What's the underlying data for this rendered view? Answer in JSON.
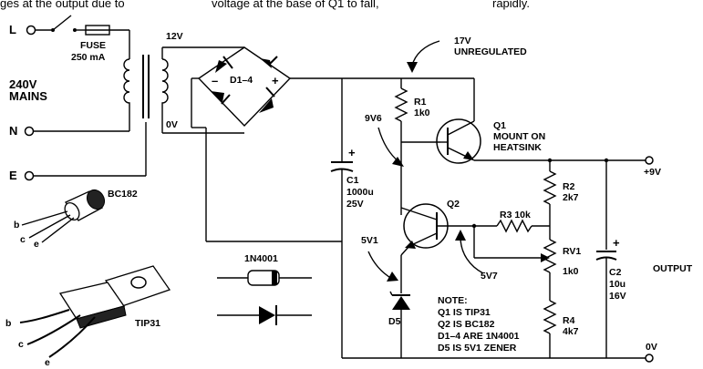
{
  "snippet": {
    "left": "ges at the output due to",
    "mid": "voltage at the base of Q1 to fall,",
    "right": "rapidly."
  },
  "terminals": {
    "live": "L",
    "neutral": "N",
    "earth": "E"
  },
  "fuse": {
    "line1": "FUSE",
    "line2": "250 mA"
  },
  "mains": {
    "line1": "240V",
    "line2": "MAINS"
  },
  "transformer": {
    "tap_top": "12V",
    "tap_bottom": "0V"
  },
  "bridge": {
    "label": "D1–4",
    "minus": "–",
    "plus": "+"
  },
  "unregulated": {
    "line1": "17V",
    "line2": "UNREGULATED"
  },
  "r1": {
    "name": "R1",
    "value": "1k0"
  },
  "v9v6": "9V6",
  "q1": {
    "name": "Q1",
    "note1": "MOUNT ON",
    "note2": "HEATSINK"
  },
  "plus9v": "+9V",
  "c1": {
    "plus": "+",
    "name": "C1",
    "value": "1000u",
    "rating": "25V"
  },
  "bc182": "BC182",
  "q2": "Q2",
  "r2": {
    "name": "R2",
    "value": "2k7"
  },
  "r3": {
    "label": "R3 10k"
  },
  "v5v1": "5V1",
  "rv1": {
    "name": "RV1",
    "value": "1k0"
  },
  "c2": {
    "plus": "+",
    "name": "C2",
    "value": "10u",
    "rating": "16V"
  },
  "output": "OUTPUT",
  "diode_legend": "1N4001",
  "tip31": "TIP31",
  "v5v7": "5V7",
  "d5": "D5",
  "r4": {
    "name": "R4",
    "value": "4k7"
  },
  "notes": {
    "line1": "NOTE:",
    "line2": "Q1 IS TIP31",
    "line3": "Q2 IS BC182",
    "line4": "D1–4 ARE 1N4001",
    "line5": "D5 IS 5V1 ZENER"
  },
  "v0v": "0V",
  "pins": {
    "b": "b",
    "c": "c",
    "e": "e"
  }
}
